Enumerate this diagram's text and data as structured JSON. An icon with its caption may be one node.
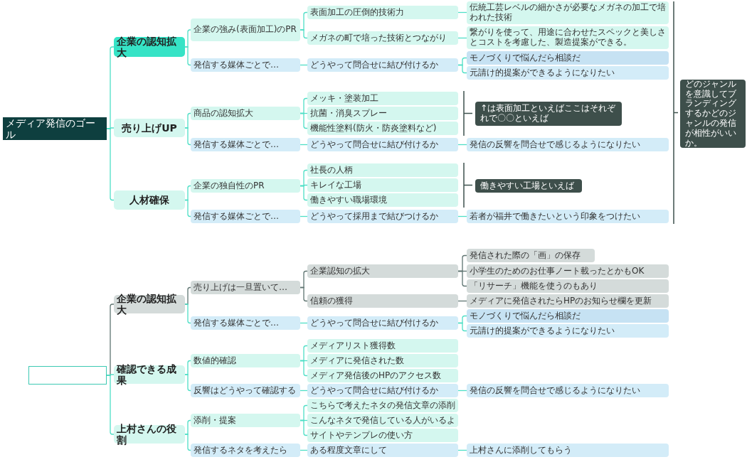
{
  "diagram": {
    "nodes": [
      {
        "text": [
          "メディア発信のゴール"
        ]
      },
      {
        "text": [
          "企業の認知拡大"
        ]
      },
      {
        "text": [
          "企業の強み(表面加工)のPR"
        ]
      },
      {
        "text": [
          "表面加工の圧倒的技術力"
        ]
      },
      {
        "text": [
          "伝統工芸レベルの細かさが必要なメガネの加工で培われた技術"
        ]
      },
      {
        "text": [
          "メガネの町で培った技術とつながり"
        ]
      },
      {
        "text": [
          "繋がりを使って、用途に合わせたスペックと美しさとコストを考慮した、製造提案ができる。"
        ]
      },
      {
        "text": [
          "発信する媒体ごとで…"
        ]
      },
      {
        "text": [
          "どうやって問合せに結び付けるか"
        ]
      },
      {
        "text": [
          "モノづくりで悩んだら相談だ"
        ]
      },
      {
        "text": [
          "元請け的提案ができるようになりたい"
        ]
      },
      {
        "text": [
          "売り上げUP"
        ]
      },
      {
        "text": [
          "商品の認知拡大"
        ]
      },
      {
        "text": [
          "メッキ・塗装加工"
        ]
      },
      {
        "text": [
          "抗菌・消臭スプレー"
        ]
      },
      {
        "text": [
          "機能性塗料(防火・防炎塗料など)"
        ]
      },
      {
        "text": [
          "↑は表面加工といえばここはそれぞれで〇〇といえば"
        ]
      },
      {
        "text": [
          "発信する媒体ごとで…"
        ]
      },
      {
        "text": [
          "どうやって問合せに結び付けるか"
        ]
      },
      {
        "text": [
          "発信の反響を問合せで感じるようになりたい"
        ]
      },
      {
        "text": [
          "人材確保"
        ]
      },
      {
        "text": [
          "企業の独自性のPR"
        ]
      },
      {
        "text": [
          "社長の人柄"
        ]
      },
      {
        "text": [
          "キレイな工場"
        ]
      },
      {
        "text": [
          "働きやすい職場環境"
        ]
      },
      {
        "text": [
          "働きやすい工場といえば"
        ]
      },
      {
        "text": [
          "発信する媒体ごとで…"
        ]
      },
      {
        "text": [
          "どうやって採用まで結びつけるか"
        ]
      },
      {
        "text": [
          "若者が福井で働きたいという印象をつけたい"
        ]
      },
      {
        "text": [
          "どのジャンルを意識してブランディングするかどのジャンルの発信が相性がいいか。"
        ]
      },
      {
        "text": [],
        "shape": "box"
      },
      {
        "text": [
          "企業の認知拡大"
        ]
      },
      {
        "text": [
          "売り上げは一旦置いて…"
        ]
      },
      {
        "text": [
          "企業認知の拡大"
        ]
      },
      {
        "text": [
          "発信された際の「画」の保存"
        ]
      },
      {
        "text": [
          "小学生のためのお仕事ノート載ったとかもOK"
        ]
      },
      {
        "text": [
          "「リサーチ」機能を使うのもあり"
        ]
      },
      {
        "text": [
          "信頼の獲得"
        ]
      },
      {
        "text": [
          "メディアに発信されたらHPのお知らせ欄を更新"
        ]
      },
      {
        "text": [
          "発信する媒体ごとで…"
        ]
      },
      {
        "text": [
          "どうやって問合せに結び付けるか"
        ]
      },
      {
        "text": [
          "モノづくりで悩んだら相談だ"
        ]
      },
      {
        "text": [
          "元請け的提案ができるようになりたい"
        ]
      },
      {
        "text": [
          "確認できる成果"
        ]
      },
      {
        "text": [
          "数値的確認"
        ]
      },
      {
        "text": [
          "メディアリスト獲得数"
        ]
      },
      {
        "text": [
          "メディアに発信された数"
        ]
      },
      {
        "text": [
          "メディア発信後のHPのアクセス数"
        ]
      },
      {
        "text": [
          "反響はどうやって確認する"
        ]
      },
      {
        "text": [
          "どうやって問合せに結び付けるか"
        ]
      },
      {
        "text": [
          "発信の反響を問合せで感じるようになりたい"
        ]
      },
      {
        "text": [
          "上村さんの役割"
        ]
      },
      {
        "text": [
          "添削・提案"
        ]
      },
      {
        "text": [
          "こちらで考えたネタの発信文章の添削"
        ]
      },
      {
        "text": [
          "こんなネタで発信している人がいるよ"
        ]
      },
      {
        "text": [
          "サイトやテンプレの使い方"
        ]
      },
      {
        "text": [
          "発信するネタを考えたら"
        ]
      },
      {
        "text": [
          "ある程度文章にして"
        ]
      },
      {
        "text": [
          "上村さんに添削してもらう"
        ]
      }
    ],
    "edges": [
      {
        "from": 0,
        "to": 1,
        "arrow": "none"
      },
      {
        "from": 1,
        "to": 2,
        "arrow": "none"
      },
      {
        "from": 2,
        "to": 3,
        "arrow": "none"
      },
      {
        "from": 3,
        "to": 4,
        "arrow": "none"
      },
      {
        "from": 2,
        "to": 5,
        "arrow": "none"
      },
      {
        "from": 5,
        "to": 6,
        "arrow": "none"
      },
      {
        "from": 1,
        "to": 7,
        "arrow": "none"
      },
      {
        "from": 7,
        "to": 8,
        "arrow": "none"
      },
      {
        "from": 8,
        "to": 9,
        "arrow": "none"
      },
      {
        "from": 8,
        "to": 10,
        "arrow": "none"
      },
      {
        "from": 0,
        "to": 11,
        "arrow": "none"
      },
      {
        "from": 11,
        "to": 12,
        "arrow": "none"
      },
      {
        "from": 12,
        "to": 13,
        "arrow": "none"
      },
      {
        "from": 12,
        "to": 14,
        "arrow": "none"
      },
      {
        "from": 12,
        "to": 15,
        "arrow": "none"
      },
      {
        "from": 11,
        "to": 17,
        "arrow": "none"
      },
      {
        "from": 17,
        "to": 18,
        "arrow": "none"
      },
      {
        "from": 18,
        "to": 19,
        "arrow": "none"
      },
      {
        "from": 0,
        "to": 20,
        "arrow": "none"
      },
      {
        "from": 20,
        "to": 21,
        "arrow": "none"
      },
      {
        "from": 21,
        "to": 22,
        "arrow": "none"
      },
      {
        "from": 21,
        "to": 23,
        "arrow": "none"
      },
      {
        "from": 21,
        "to": 24,
        "arrow": "none"
      },
      {
        "from": 20,
        "to": 26,
        "arrow": "none"
      },
      {
        "from": 26,
        "to": 27,
        "arrow": "none"
      },
      {
        "from": 27,
        "to": 28,
        "arrow": "none"
      },
      {
        "from": 30,
        "to": 31,
        "arrow": "none",
        "color": "#5f7572"
      },
      {
        "from": 31,
        "to": 32,
        "arrow": "none",
        "color": "#5f7572"
      },
      {
        "from": 32,
        "to": 33,
        "arrow": "none",
        "color": "#5f7572"
      },
      {
        "from": 33,
        "to": 34,
        "arrow": "none",
        "color": "#5f7572"
      },
      {
        "from": 33,
        "to": 35,
        "arrow": "none",
        "color": "#5f7572"
      },
      {
        "from": 33,
        "to": 36,
        "arrow": "none",
        "color": "#5f7572"
      },
      {
        "from": 32,
        "to": 37,
        "arrow": "none",
        "color": "#5f7572"
      },
      {
        "from": 37,
        "to": 38,
        "arrow": "none",
        "color": "#5f7572"
      },
      {
        "from": 31,
        "to": 39,
        "arrow": "none"
      },
      {
        "from": 39,
        "to": 40,
        "arrow": "none"
      },
      {
        "from": 40,
        "to": 41,
        "arrow": "none"
      },
      {
        "from": 40,
        "to": 42,
        "arrow": "none"
      },
      {
        "from": 30,
        "to": 43,
        "arrow": "none"
      },
      {
        "from": 43,
        "to": 44,
        "arrow": "none"
      },
      {
        "from": 44,
        "to": 45,
        "arrow": "none"
      },
      {
        "from": 44,
        "to": 46,
        "arrow": "none"
      },
      {
        "from": 44,
        "to": 47,
        "arrow": "none"
      },
      {
        "from": 43,
        "to": 48,
        "arrow": "none"
      },
      {
        "from": 48,
        "to": 49,
        "arrow": "none"
      },
      {
        "from": 49,
        "to": 50,
        "arrow": "none"
      },
      {
        "from": 30,
        "to": 51,
        "arrow": "none"
      },
      {
        "from": 51,
        "to": 52,
        "arrow": "none"
      },
      {
        "from": 52,
        "to": 53,
        "arrow": "none"
      },
      {
        "from": 52,
        "to": 54,
        "arrow": "none"
      },
      {
        "from": 52,
        "to": 55,
        "arrow": "none"
      },
      {
        "from": 51,
        "to": 56,
        "arrow": "none"
      },
      {
        "from": 56,
        "to": 57,
        "arrow": "none"
      },
      {
        "from": 57,
        "to": 58,
        "arrow": "none"
      }
    ]
  }
}
